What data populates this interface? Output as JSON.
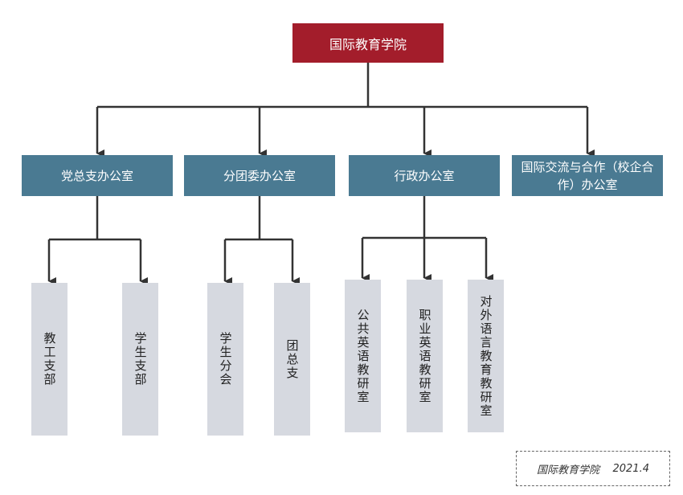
{
  "org_chart": {
    "root": "国际教育学院",
    "departments": [
      {
        "label": "党总支办公室",
        "children": [
          "教工支部",
          "学生支部"
        ]
      },
      {
        "label": "分团委办公室",
        "children": [
          "学生分会",
          "团总支"
        ]
      },
      {
        "label": "行政办公室",
        "children": [
          "公共英语教研室",
          "职业英语教研室",
          "对外语言教育教研室"
        ]
      },
      {
        "label": "国际交流与合作（校企合作）办公室",
        "children": []
      }
    ]
  },
  "footer": {
    "org": "国际教育学院",
    "date": "2021.4"
  },
  "colors": {
    "root": "#a31d2b",
    "department": "#4a7a92",
    "leaf": "#d6d9e0",
    "connector": "#333333"
  }
}
